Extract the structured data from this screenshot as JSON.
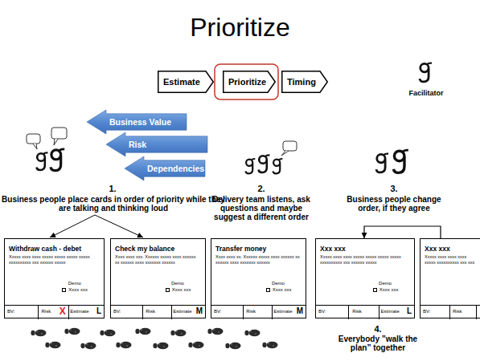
{
  "diagram": {
    "title": "Prioritize",
    "nodes": [
      {
        "text": [
          "Estimate"
        ]
      },
      {
        "text": [
          "Prioritize"
        ]
      },
      {
        "text": [
          "Timing"
        ]
      },
      {
        "text": [
          "Business Value"
        ]
      },
      {
        "text": [
          "Risk"
        ]
      },
      {
        "text": [
          "Dependencies"
        ]
      },
      {
        "text": [
          "Withdraw cash - debet",
          "Xxxxx xxxx xxxx xxxxx xxxxx xxxxx xxxxx xxxxxxxxxx xxx xxxxxx xxxxx",
          "Demo",
          "Xxxx xxx",
          "BV:",
          "Risk",
          "X",
          "Estimate",
          "L"
        ]
      },
      {
        "text": [
          "Check my balance",
          "Xxxx xxxx xxx. Xxxxxx xxxxx xxxx xxxxxx xx xxxxxx xxxx xxxxxxx xxxxxx",
          "Demo",
          "Xxxx xxx",
          "BV:",
          "Risk",
          "Estimate",
          "M"
        ]
      },
      {
        "text": [
          "Transfer money",
          "Xxxx xxxx xx. Xxxxxx xxxxx xxxx xxxxxx xx xxxxxx xxxx xxxxxxx xxxxxx",
          "Demo",
          "Xxxx xxx",
          "BV:",
          "Risk",
          "Estimate",
          "M"
        ]
      },
      {
        "text": [
          "Xxx xxx",
          "Xxxxx xxxx xxxx xxxxx xxxxx xxxxx xxxxx xxxxxxxxxx xxx xxxxxx xxxxx",
          "Demo",
          "Xxxx xxx",
          "BV:",
          "Risk",
          "Estimate",
          "L"
        ]
      },
      {
        "text": [
          "Xxx xxx",
          "Xxxxx xxxx xxxx xxxx xxxxx xxxxxxxxxx xxx xxx",
          "BV:",
          "Risk"
        ]
      }
    ],
    "edges": [
      {
        "from": 10,
        "to": 9,
        "arrow": "to"
      }
    ],
    "labels": [
      "Facilitator",
      "1.",
      "Business people place cards in order of priority while they are talking and thinking loud",
      "2.",
      "Delivery team listens, ask questions and maybe suggest a different order",
      "3.",
      "Business people change order, if they agree",
      "4.",
      "Everybody ”walk the plan” together"
    ]
  }
}
